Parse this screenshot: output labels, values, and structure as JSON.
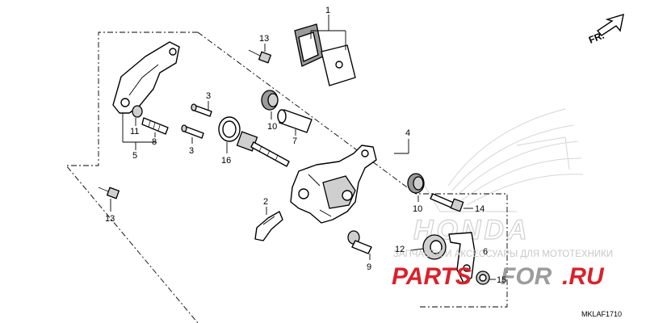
{
  "diagram": {
    "direction_label": "FR.",
    "ref_code": "MKLAF1710",
    "callouts": {
      "c1": "1",
      "c2": "2",
      "c3a": "3",
      "c3b": "3",
      "c4": "4",
      "c5": "5",
      "c6": "6",
      "c7": "7",
      "c8": "8",
      "c9": "9",
      "c10a": "10",
      "c10b": "10",
      "c11": "11",
      "c12": "12",
      "c13a": "13",
      "c13b": "13",
      "c14": "14",
      "c15": "15",
      "c16": "16"
    }
  },
  "watermark": {
    "brand": "HONDA",
    "caption": "ЗАПЧАСТИ И АКСЕССУАРЫ ДЛЯ МОТОТЕХНИКИ",
    "logo_red": "PARTS",
    "logo_gray": "FOR",
    "logo_tail": ".RU"
  },
  "colors": {
    "logo_red": "#d9222a",
    "logo_gray": "#9c9c9c",
    "watermark": "#c8c8c8"
  }
}
